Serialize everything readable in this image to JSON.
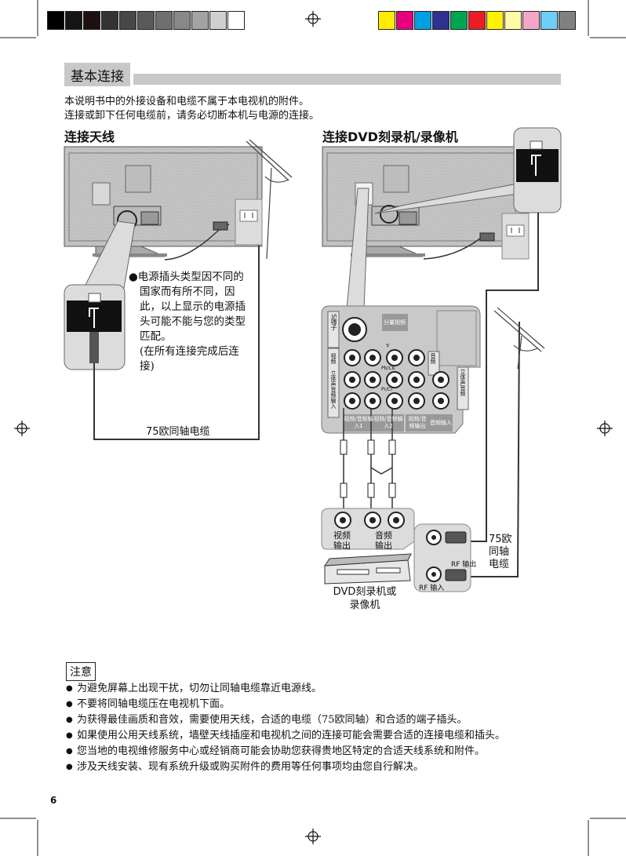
{
  "section_title": "基本连接",
  "intro": {
    "line1": "本说明书中的外接设备和电缆不属于本电视机的附件。",
    "line2": "连接或卸下任何电缆前，请务必切断本机与电源的连接。"
  },
  "left_panel": {
    "heading": "连接天线",
    "power_note": [
      "●电源插头类型因不同的",
      "国家而有所不同，因",
      "此，以上显示的电源插",
      "头可能不能与您的类型",
      "匹配。",
      "(在所有连接完成后连",
      "接)"
    ],
    "cable_label": "75欧同轴电缆"
  },
  "right_panel": {
    "heading": "连接DVD刻录机/录像机",
    "jack_panel": {
      "s_terminal": "S端子",
      "component": "分量视频",
      "video": "视频",
      "audio_lr": "立体声音频输入",
      "video_in1": "视频/音频输入1",
      "video_in2": "视频/音频输入2",
      "video_audio_out": "视频/音频输出",
      "audio_in": "音频输入",
      "y": "Y",
      "pbcb": "Pb/Cb",
      "prcr": "Pr/Cr",
      "audio": "音频",
      "stereo_right": "立体声音频"
    },
    "dvd_outputs": {
      "video_out": [
        "视频",
        "输出"
      ],
      "audio_out": [
        "音频",
        "输出"
      ]
    },
    "rf_out": "RF 输出",
    "rf_in": "RF 输入",
    "coax_label": [
      "75欧",
      "同轴",
      "电缆"
    ],
    "device_label": [
      "DVD刻录机或",
      "录像机"
    ]
  },
  "caution": {
    "title": "注意",
    "items": [
      "为避免屏幕上出现干扰，切勿让同轴电缆靠近电源线。",
      "不要将同轴电缆压在电视机下面。",
      "为获得最佳画质和音效，需要使用天线，合适的电缆（75欧同轴）和合适的端子插头。",
      "如果使用公用天线系统，墙壁天线插座和电视机之间的连接可能会需要合适的连接电缆和插头。",
      "您当地的电视维修服务中心或经销商可能会协助您获得贵地区特定的合适天线系统和附件。",
      "涉及天线安装、现有系统升级或购买附件的费用等任何事项均由您自行解决。"
    ]
  },
  "page_number": "6",
  "colors": {
    "gray_swatches": [
      "#000000",
      "#151515",
      "#1f1010",
      "#333333",
      "#484848",
      "#5a5a5a",
      "#6f6f6f",
      "#888888",
      "#a3a3a3",
      "#cfcfcf",
      "#ffffff"
    ],
    "color_swatches": [
      "#ffec00",
      "#e6007e",
      "#00a0e3",
      "#2e3092",
      "#00a551",
      "#ed1c24",
      "#fff200",
      "#fff9a8",
      "#f5a6c8",
      "#6ecff6",
      "#808080"
    ]
  }
}
